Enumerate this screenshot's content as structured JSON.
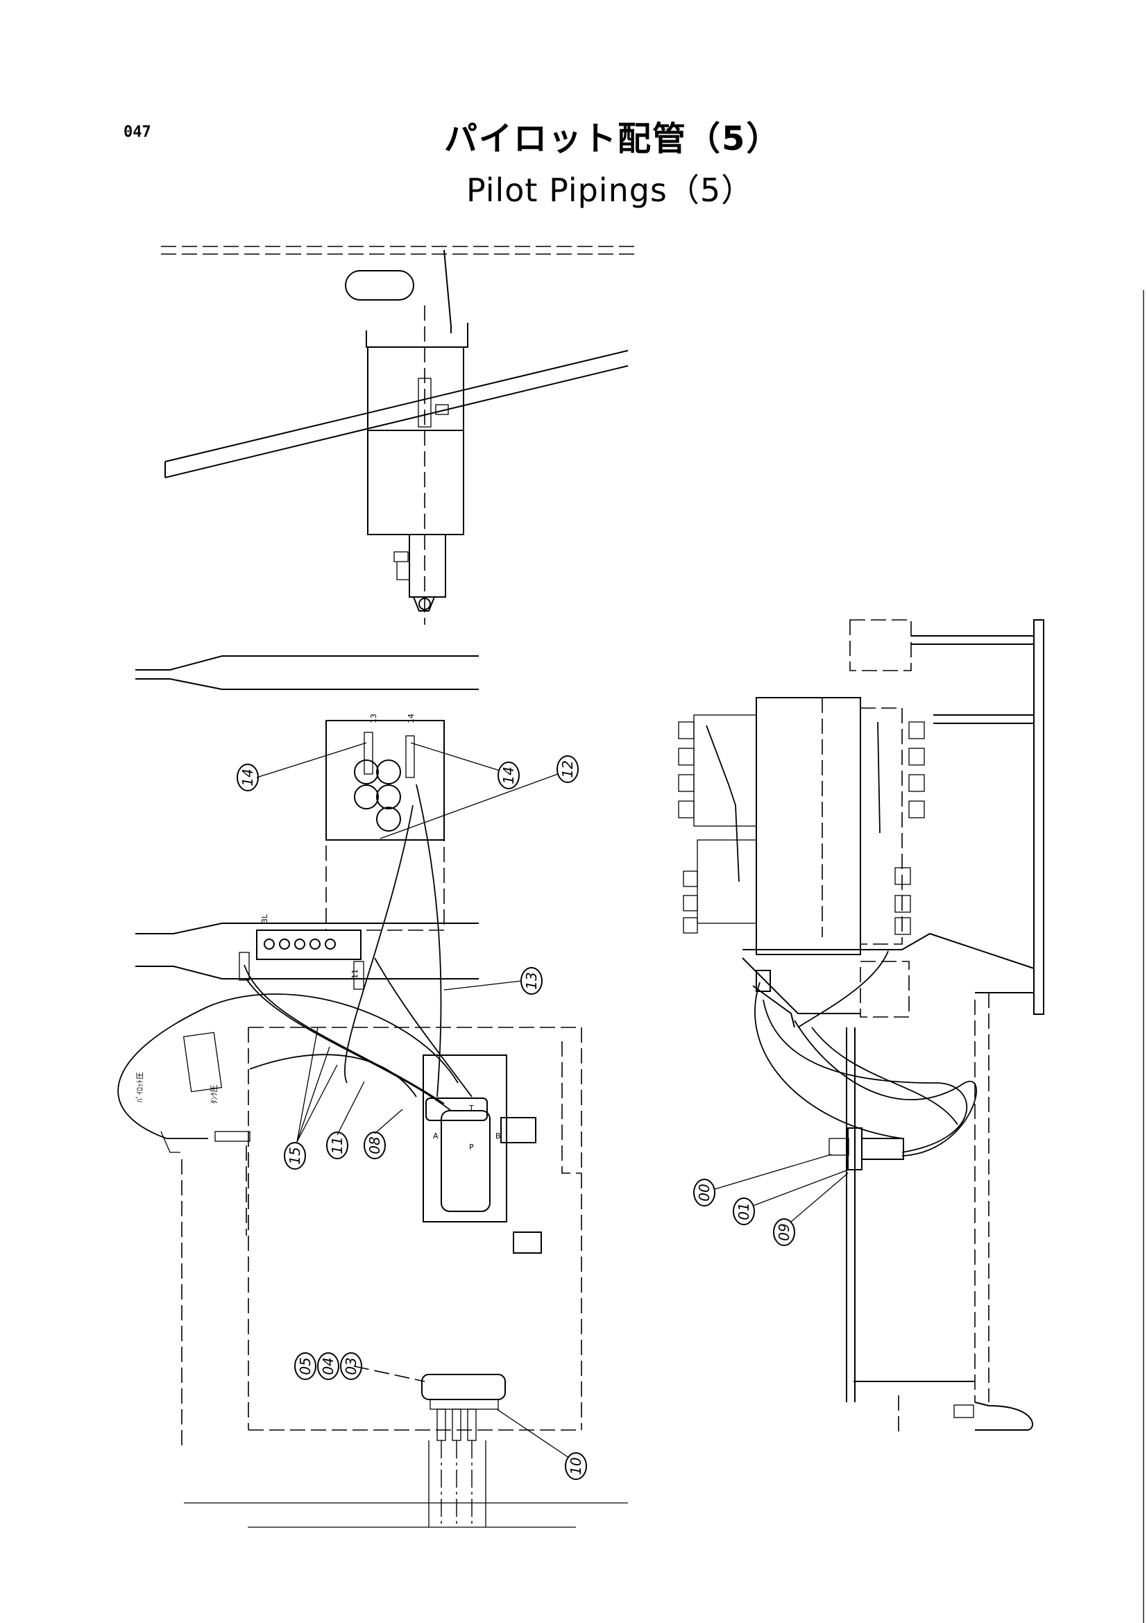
{
  "page_number": "047",
  "title_jp": "パイロット配管（5）",
  "title_en": "Pilot Pipings（5）",
  "callouts": [
    "14",
    "14",
    "12",
    "13",
    "11",
    "08",
    "15",
    "00",
    "01",
    "09",
    "05",
    "04",
    "03",
    "10"
  ],
  "small_labels": [
    "13",
    "14",
    "11",
    "3L",
    "A",
    "P",
    "T",
    "B"
  ]
}
